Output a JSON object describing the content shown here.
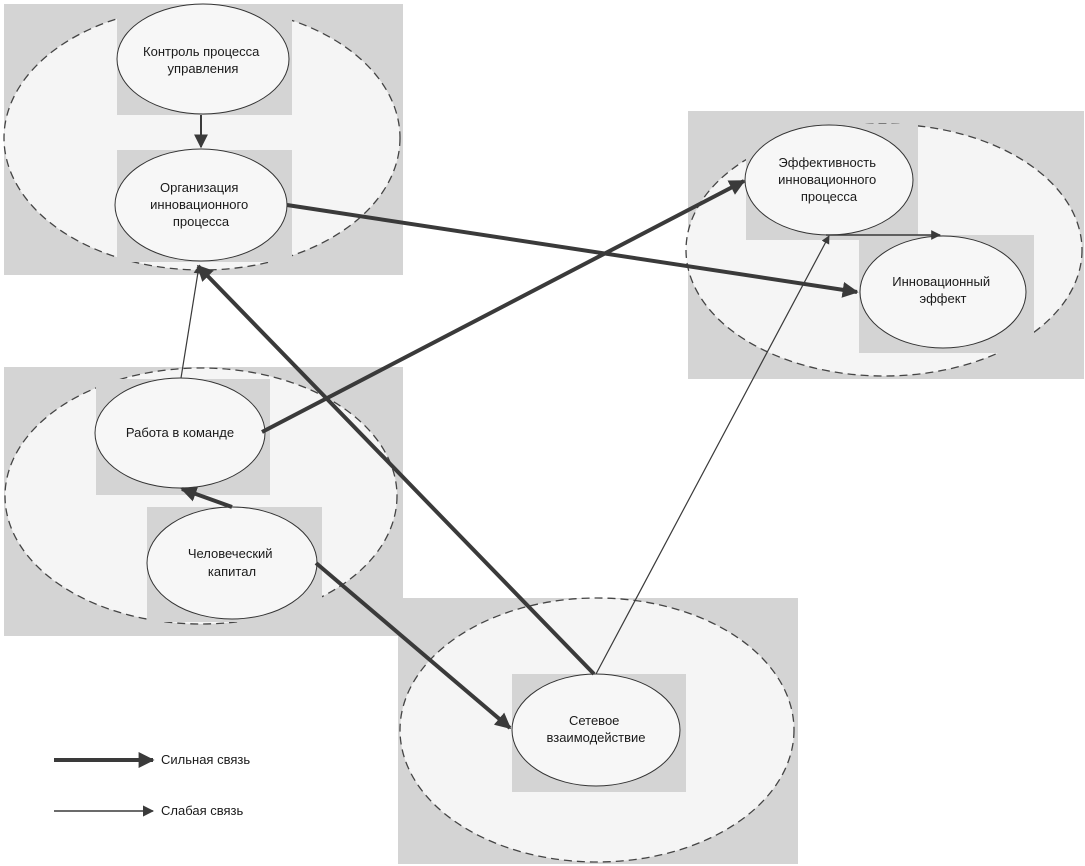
{
  "diagram": {
    "nodes": {
      "control": {
        "lines": [
          "Контроль процесса",
          "управления"
        ]
      },
      "organization": {
        "lines": [
          "Организация",
          "инновационного",
          "процесса"
        ]
      },
      "efficiency": {
        "lines": [
          "Эффективность",
          "инновационного",
          "процесса"
        ]
      },
      "effect": {
        "lines": [
          "Инновационный",
          "эффект"
        ]
      },
      "teamwork": {
        "lines": [
          "Работа в команде"
        ]
      },
      "human_capital": {
        "lines": [
          "Человеческий",
          "капитал"
        ]
      },
      "network": {
        "lines": [
          "Сетевое",
          "взаимодействие"
        ]
      }
    },
    "links": [
      {
        "from": "control",
        "to": "organization",
        "strength": "weak"
      },
      {
        "from": "organization",
        "to": "effect",
        "strength": "strong"
      },
      {
        "from": "teamwork",
        "to": "efficiency",
        "strength": "strong"
      },
      {
        "from": "efficiency",
        "to": "effect",
        "strength": "weak"
      },
      {
        "from": "teamwork",
        "to": "organization",
        "strength": "weak"
      },
      {
        "from": "human_capital",
        "to": "teamwork",
        "strength": "strong"
      },
      {
        "from": "human_capital",
        "to": "network",
        "strength": "strong"
      },
      {
        "from": "network",
        "to": "organization",
        "strength": "strong"
      },
      {
        "from": "network",
        "to": "efficiency",
        "strength": "weak"
      }
    ],
    "legend": {
      "strong_label": "Сильная связь",
      "weak_label": "Слабая связь"
    }
  }
}
